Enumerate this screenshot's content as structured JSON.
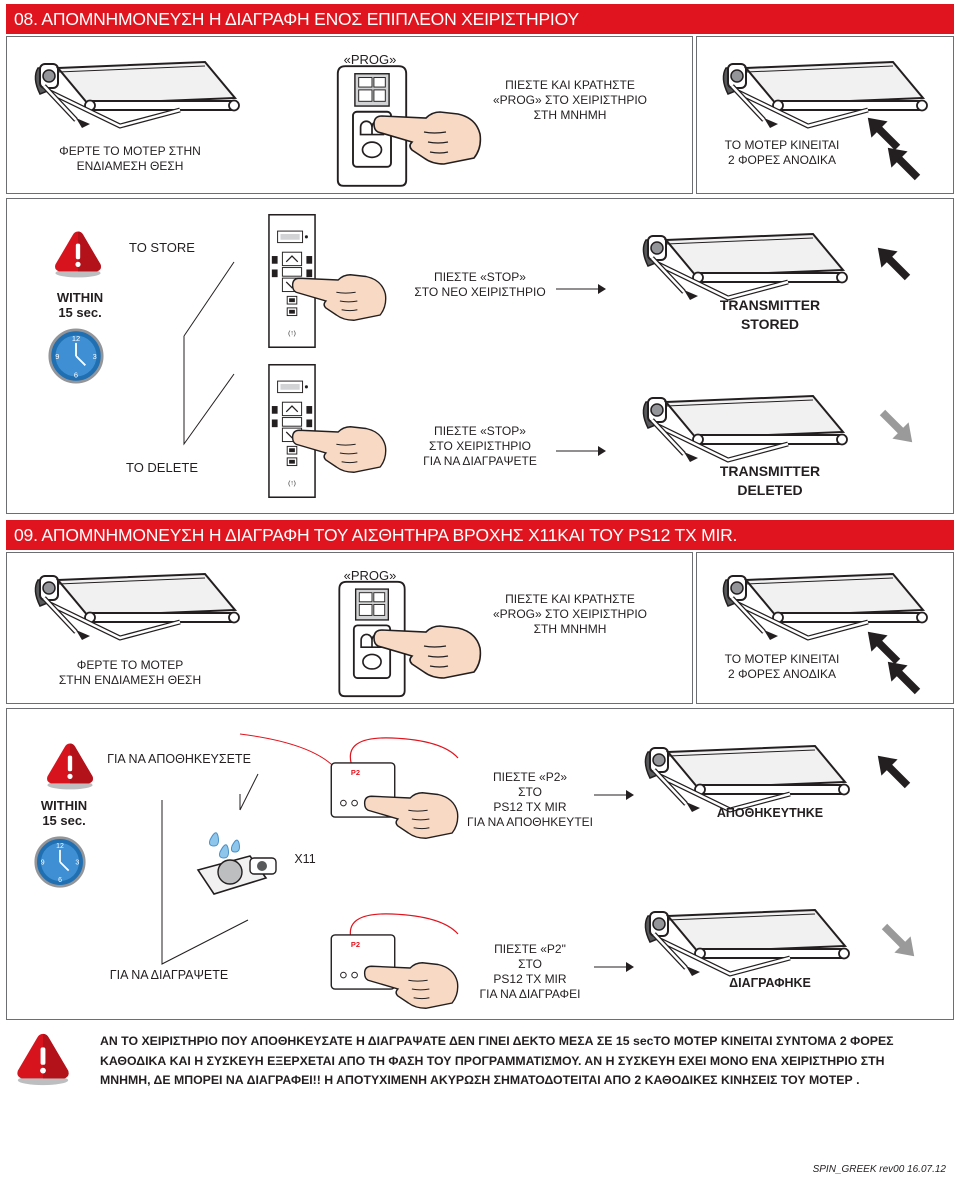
{
  "sec08": {
    "title": "08. ΑΠΟΜΝΗΜΟΝΕΥΣΗ Η ΔΙΑΓΡΑΦΗ ΕΝΟΣ ΕΠΙΠΛΕΟΝ ΧΕΙΡΙΣΤΗΡΙΟΥ",
    "step1": {
      "line1": "ΦΕΡΤΕ ΤΟ ΜΟΤΕΡ ΣΤΗΝ",
      "line2": "ΕΝΔΙΑΜΕΣΗ ΘΕΣΗ"
    },
    "prog_label": "«PROG»",
    "step2": {
      "line1": "ΠΙΕΣΤΕ ΚΑΙ ΚΡΑΤΗΣΤΕ",
      "line2": "«PROG» ΣΤΟ ΧΕΙΡΙΣΤΗΡΙΟ",
      "line3": "ΣΤΗ ΜΝΗΜΗ"
    },
    "step3": {
      "line1": "ΤΟ ΜΟΤΕΡ ΚΙΝΕΙΤΑΙ",
      "line2": "2 ΦΟΡΕΣ ΑΝΟΔΙΚΑ"
    },
    "within": {
      "line1": "WITHIN",
      "line2": "15 sec."
    },
    "store_label": "TO STORE",
    "store_instr": {
      "line1": "ΠΙΕΣΤΕ «STOP»",
      "line2": "ΣΤΟ ΝΕΟ ΧΕΙΡΙΣΤΗΡΙΟ"
    },
    "stored": {
      "line1": "TRANSMITTER",
      "line2": "STORED"
    },
    "delete_label": "TO DELETE",
    "delete_instr": {
      "line1": "ΠΙΕΣΤΕ «STOP»",
      "line2": "ΣΤΟ ΧΕΙΡΙΣΤΗΡΙΟ",
      "line3": "ΓΙΑ ΝΑ ΔΙΑΓΡΑΨΕΤΕ"
    },
    "deleted": {
      "line1": "TRANSMITTER",
      "line2": "DELETED"
    }
  },
  "sec09": {
    "title": "09. ΑΠΟΜΝΗΜΟΝΕΥΣΗ Η ΔΙΑΓΡΑΦΗ ΤΟΥ ΑΙΣΘΗΤΗΡΑ ΒΡΟΧΗΣ  X11ΚΑΙ ΤΟΥ  PS12 TX MIR.",
    "step1": {
      "line1": "ΦΕΡΤΕ ΤΟ ΜΟΤΕΡ",
      "line2": "ΣΤΗΝ ΕΝΔΙΑΜΕΣΗ ΘΕΣΗ"
    },
    "prog_label": "«PROG»",
    "step2": {
      "line1": "ΠΙΕΣΤΕ ΚΑΙ ΚΡΑΤΗΣΤΕ",
      "line2": "«PROG» ΣΤΟ ΧΕΙΡΙΣΤΗΡΙΟ",
      "line3": "ΣΤΗ ΜΝΗΜΗ"
    },
    "step3": {
      "line1": "ΤΟ ΜΟΤΕΡ ΚΙΝΕΙΤΑΙ",
      "line2": "2 ΦΟΡΕΣ ΑΝΟΔΙΚΑ"
    },
    "within": {
      "line1": "WITHIN",
      "line2": "15 sec."
    },
    "store_label": "ΓΙΑ ΝΑ ΑΠΟΘΗΚΕΥΣΕΤΕ",
    "store_instr": {
      "line1": "ΠΙΕΣΤΕ  «P2»",
      "line2": "ΣΤΟ",
      "line3": "PS12 TX MIR",
      "line4": "ΓΙΑ ΝΑ ΑΠΟΘΗΚΕΥΤΕΙ"
    },
    "stored": "ΑΠΟΘΗΚΕΥΤΗΚΕ",
    "sensor_label": "X11",
    "p2_label": "P2",
    "delete_label": "ΓΙΑ ΝΑ ΔΙΑΓΡΑΨΕΤΕ",
    "delete_instr": {
      "line1": "ΠΙΕΣΤΕ «P2\"",
      "line2": "ΣΤΟ",
      "line3": "PS12 TX MIR",
      "line4": "ΓΙΑ ΝΑ ΔΙΑΓΡΑΦΕΙ"
    },
    "deleted": "ΔΙΑΓΡΑΦΗΚΕ"
  },
  "note": "ΑΝ ΤΟ ΧΕΙΡΙΣΤΗΡΙΟ ΠΟΥ ΑΠΟΘΗΚΕΥΣΑΤΕ Η ΔΙΑΓΡΑΨΑΤΕ ΔΕΝ ΓΙΝΕΙ ΔΕΚΤΟ ΜΕΣΑ ΣΕ 15 secΤΟ ΜΟΤΕΡ ΚΙΝΕΙΤΑΙ ΣΥΝΤΟΜΑ 2 ΦΟΡΕΣ ΚΑΘΟΔΙΚΑ ΚΑΙ Η ΣΥΣΚΕΥΗ ΕΞΕΡΧΕΤΑΙ ΑΠΟ ΤΗ ΦΑΣΗ ΤΟΥ ΠΡΟΓΡΑΜΜΑΤΙΣΜΟΥ. ΑΝ Η ΣΥΣΚΕΥΗ ΕΧΕΙ ΜΟΝΟ ΕΝΑ ΧΕΙΡΙΣΤΗΡΙΟ ΣΤΗ ΜΝΗΜΗ, ΔΕ ΜΠΟΡΕΙ ΝΑ ΔΙΑΓΡΑΦΕΙ!! Η ΑΠΟΤΥΧΙΜΕΝΗ ΑΚΥΡΩΣΗ ΣΗΜΑΤΟΔΟΤΕΙΤΑΙ ΑΠΟ 2 ΚΑΘΟΔΙΚΕΣ ΚΙΝΗΣΕΙΣ ΤΟΥ ΜΟΤΕΡ .",
  "footer": "SPIN_GREEK rev00 16.07.12",
  "colors": {
    "header_red": "#e0141e",
    "arrow_black": "#231f20",
    "arrow_gray": "#9a9a9a",
    "warning_red": "#d7141e",
    "clock_blue": "#1f6fb2"
  },
  "icons": [
    "awning-icon",
    "remote-icon",
    "hand-icon",
    "warning-icon",
    "clock-icon",
    "arrow-up-icon",
    "arrow-down-icon",
    "rain-sensor-icon",
    "ps12-transmitter-icon"
  ]
}
